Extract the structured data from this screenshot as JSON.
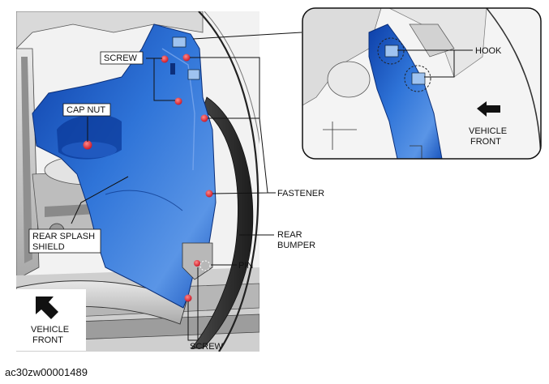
{
  "labels": {
    "screw_top": "SCREW",
    "cap_nut": "CAP NUT",
    "hook": "HOOK",
    "fastener": "FASTENER",
    "rear_splash_shield_1": "REAR SPLASH",
    "rear_splash_shield_2": "SHIELD",
    "rear_bumper_1": "REAR",
    "rear_bumper_2": "BUMPER",
    "pin": "PIN",
    "screw_bottom": "SCREW",
    "vehicle_front_inset_1": "VEHICLE",
    "vehicle_front_inset_2": "FRONT",
    "vehicle_front_main_1": "VEHICLE",
    "vehicle_front_main_2": "FRONT"
  },
  "caption": "ac30zw00001489",
  "colors": {
    "shield_blue": "#1f5fc4",
    "fastener_red": "#e0182c",
    "line": "#111111",
    "metal_gray": "#c8c8c8"
  }
}
